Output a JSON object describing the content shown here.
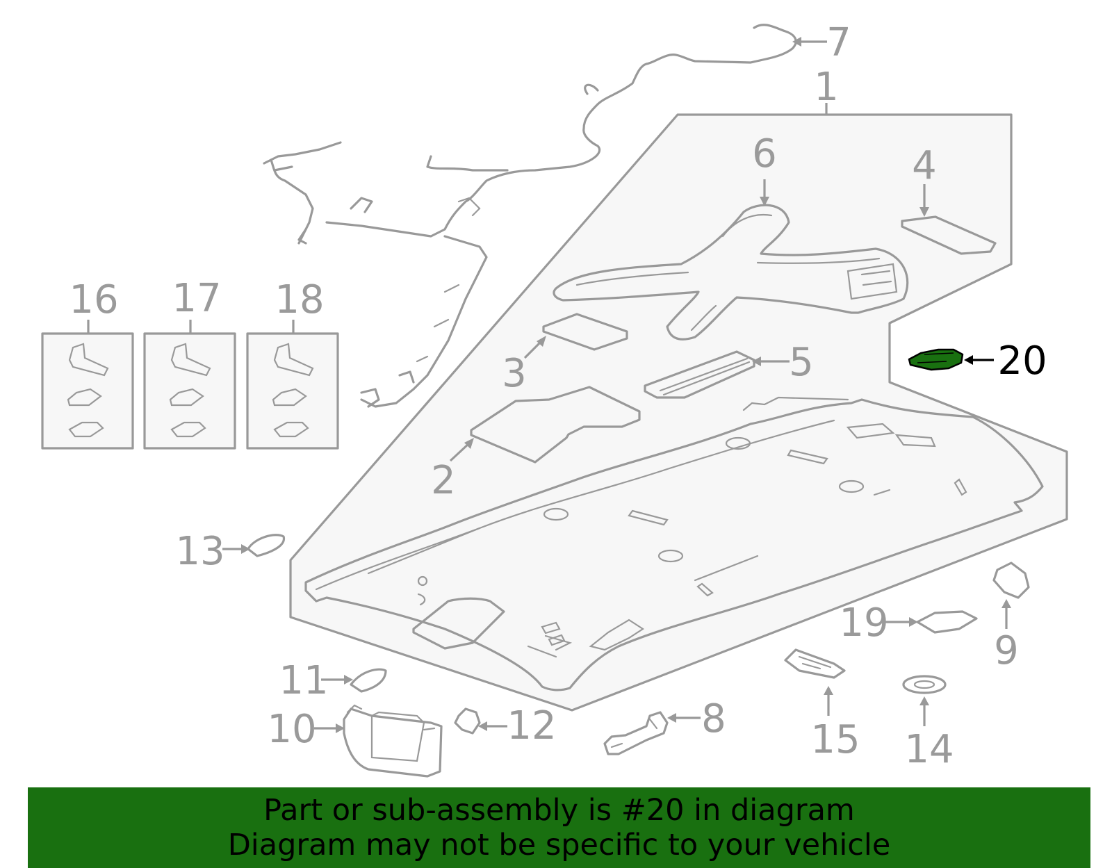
{
  "diagram": {
    "highlight_color": "#197010",
    "highlighted_part": "20",
    "callouts": {
      "c1": "1",
      "c2": "2",
      "c3": "3",
      "c4": "4",
      "c5": "5",
      "c6": "6",
      "c7": "7",
      "c8": "8",
      "c9": "9",
      "c10": "10",
      "c11": "11",
      "c12": "12",
      "c13": "13",
      "c14": "14",
      "c15": "15",
      "c16": "16",
      "c17": "17",
      "c18": "18",
      "c19": "19",
      "c20": "20"
    }
  },
  "banner": {
    "line1": "Part or sub-assembly is #20 in diagram",
    "line2": "Diagram may not be specific to your vehicle"
  }
}
